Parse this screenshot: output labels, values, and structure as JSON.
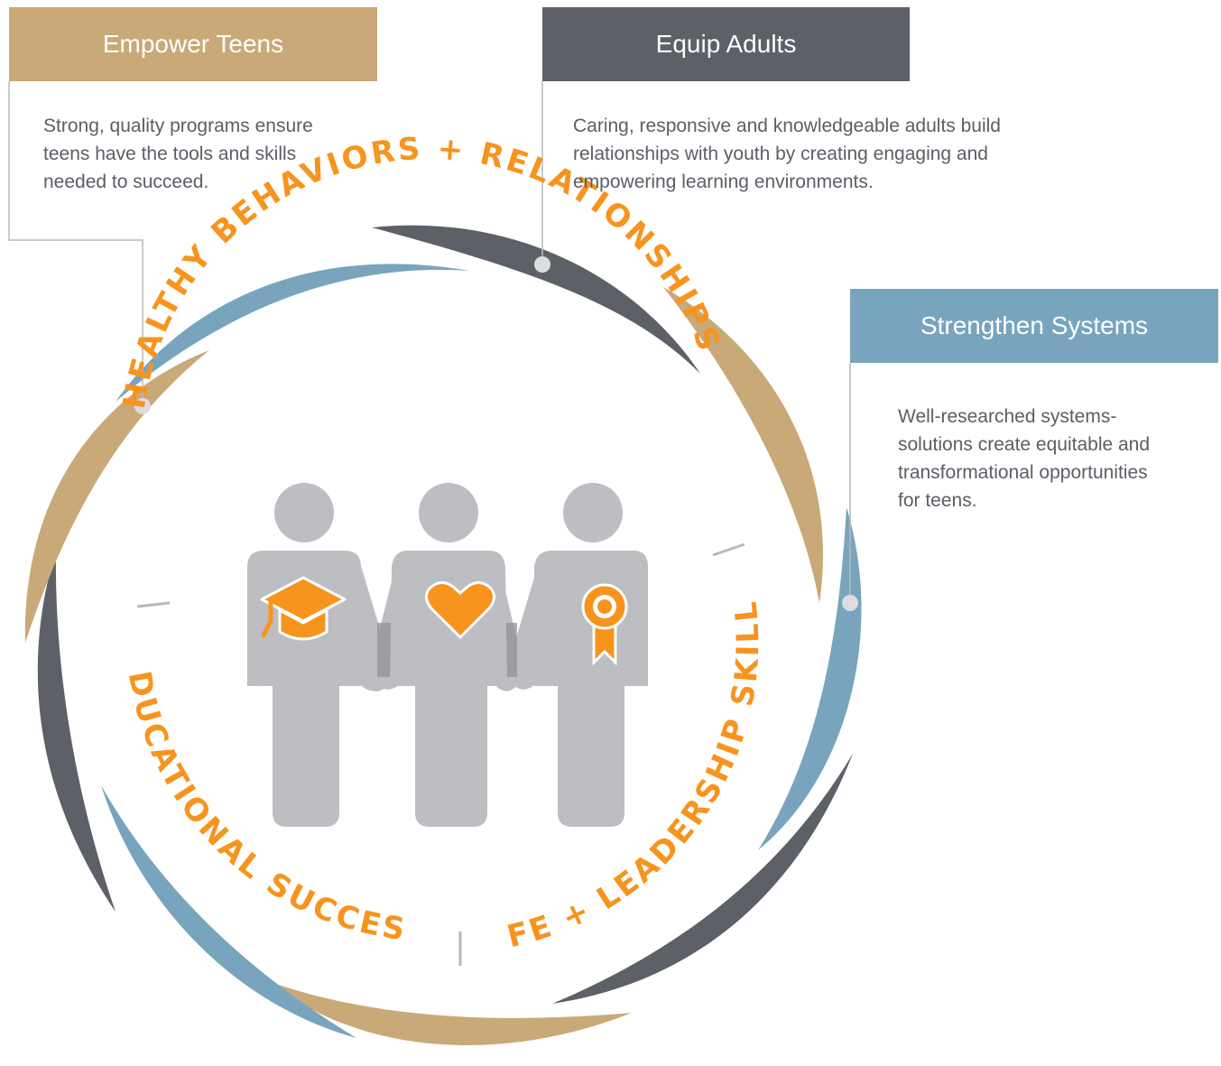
{
  "colors": {
    "tan": "#c9a978",
    "slate": "#5e6068",
    "steel_blue": "#78a5bd",
    "orange": "#f7941d",
    "person_gray": "#bdbec2",
    "connector": "#b7b9bd"
  },
  "pillars": {
    "empower": {
      "title": "Empower Teens",
      "lines": [
        "Strong, quality programs ensure",
        "teens have the tools and skills",
        "needed to succeed."
      ]
    },
    "equip": {
      "title": "Equip Adults",
      "lines": [
        "Caring, responsive and knowledgeable adults build",
        "relationships with youth by creating engaging and",
        "empowering learning environments."
      ]
    },
    "systems": {
      "title": "Strengthen Systems",
      "lines": [
        "Well-researched systems-",
        "solutions create equitable and",
        "transformational opportunities",
        "for teens."
      ]
    }
  },
  "outcomes": {
    "top": "HEALTHY BEHAVIORS + RELATIONSHIPS",
    "left": "EDUCATIONAL SUCCESS",
    "right": "LIFE + LEADERSHIP SKILLS"
  },
  "icons": {
    "left_person": "graduation-cap-icon",
    "center_person": "heart-icon",
    "right_person": "award-ribbon-icon"
  }
}
